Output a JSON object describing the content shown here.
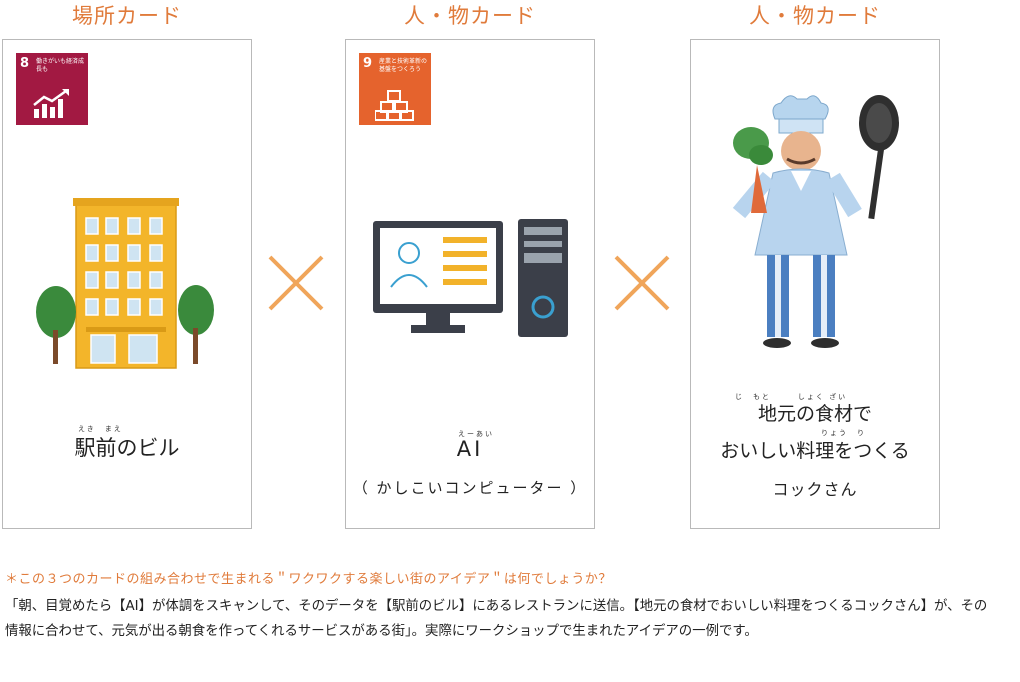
{
  "cards": [
    {
      "title": "場所カード",
      "sdg": {
        "number": "8",
        "text": "働きがいも経済成長も",
        "color": "#a21942"
      },
      "ruby": "えき　まえ",
      "label_lines": [
        "駅前のビル"
      ]
    },
    {
      "title": "人・物カード",
      "sdg": {
        "number": "9",
        "text": "産業と技術革新の基盤をつくろう",
        "color": "#e5632d"
      },
      "ruby": "えーあい",
      "label_lines": [
        "AI",
        "（ かしこいコンピューター ）"
      ]
    },
    {
      "title": "人・物カード",
      "ruby_line1": "じ　もと　　　しょく ざい",
      "ruby_line2": "りょう　り",
      "label_lines": [
        "地元の食材で",
        "おいしい料理をつくる",
        "コックさん"
      ]
    }
  ],
  "question": "＊この３つのカードの組み合わせで生まれる＂ワクワクする楽しい街のアイデア＂は何でしょうか？",
  "description": "「朝、目覚めたら【AI】が体調をスキャンして、そのデータを【駅前のビル】にあるレストランに送信。【地元の食材でおいしい料理をつくるコックさん】が、その情報に合わせて、元気が出る朝食を作ってくれるサービスがある街」。実際にワークショップで生まれたアイデアの一例です。",
  "colors": {
    "accent": "#e07b3b",
    "cross": "#f0a55a"
  }
}
